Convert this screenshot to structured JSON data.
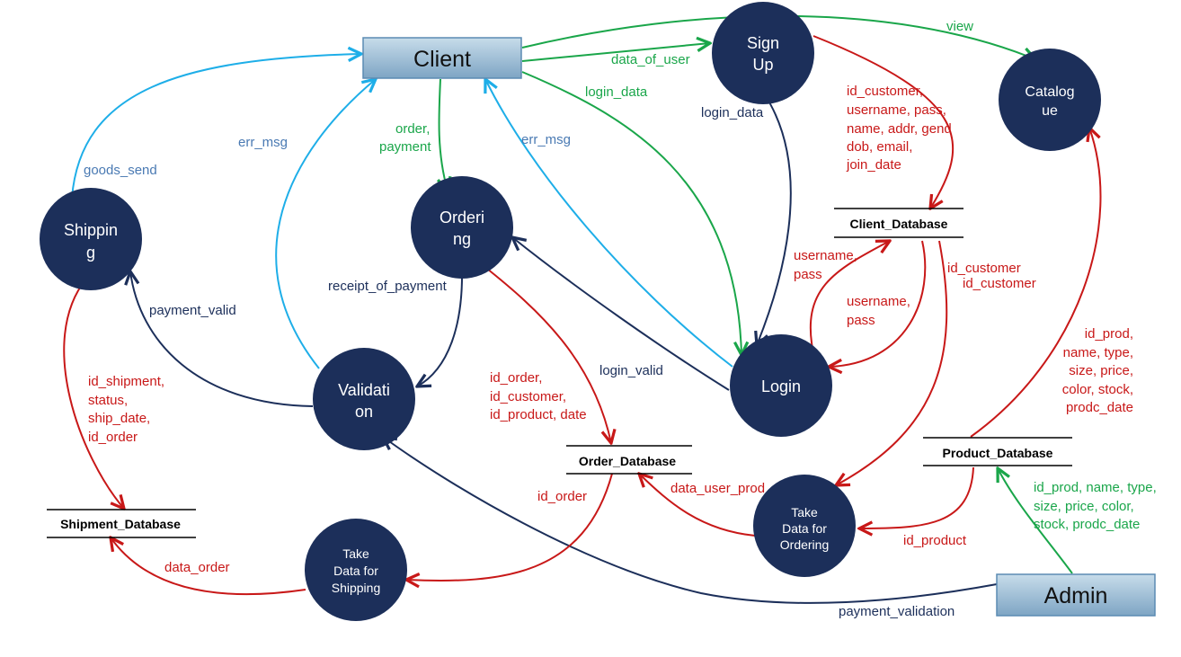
{
  "colors": {
    "node_fill": "#1c2f5a",
    "box_fill_top": "#c7dcea",
    "box_fill_bottom": "#7ea5c4",
    "box_border": "#5b8bb3",
    "green": "#1aa64a",
    "blue": "#1eaee8",
    "navy": "#1c2f5a",
    "red": "#c81818",
    "steel": "#4a7ab3"
  },
  "entities": {
    "client": "Client",
    "admin": "Admin"
  },
  "processes": {
    "signup": [
      "Sign",
      "Up"
    ],
    "catalogue": [
      "Catalog",
      "ue"
    ],
    "ordering": [
      "Orderi",
      "ng"
    ],
    "shipping": [
      "Shippin",
      "g"
    ],
    "validation": [
      "Validati",
      "on"
    ],
    "login": [
      "Login"
    ],
    "take_order": [
      "Take",
      "Data for",
      "Ordering"
    ],
    "take_ship": [
      "Take",
      "Data for",
      "Shipping"
    ]
  },
  "stores": {
    "client_db": "Client_Database",
    "order_db": "Order_Database",
    "shipment_db": "Shipment_Database",
    "product_db": "Product_Database"
  },
  "labels": {
    "view": "view",
    "data_of_user": "data_of_user",
    "login_data_green": "login_data",
    "order_payment": [
      "order,",
      "payment"
    ],
    "err_msg_left": "err_msg",
    "err_msg_mid": "err_msg",
    "goods_send": "goods_send",
    "login_data_navy": "login_data",
    "client_fields": [
      "id_customer,",
      "username, pass,",
      "name, addr, gend",
      "dob, email,",
      "join_date"
    ],
    "username_pass_1": [
      "username,",
      "pass"
    ],
    "username_pass_2": [
      "username,",
      "pass"
    ],
    "id_customer_1": "id_customer",
    "id_customer_2": "id_customer",
    "receipt_of_payment": "receipt_of_payment",
    "payment_valid": "payment_valid",
    "login_valid": "login_valid",
    "order_fields": [
      "id_order,",
      "id_customer,",
      "id_product, date"
    ],
    "shipment_fields": [
      "id_shipment,",
      "status,",
      "ship_date,",
      "id_order"
    ],
    "product_fields_red": [
      "id_prod,",
      "name, type,",
      "size, price,",
      "color, stock,",
      "prodc_date"
    ],
    "product_fields_green": [
      "id_prod, name, type,",
      "size, price, color,",
      "stock, prodc_date"
    ],
    "id_order": "id_order",
    "data_user_prod": "data_user_prod",
    "id_product": "id_product",
    "data_order": "data_order",
    "payment_validation": "payment_validation"
  }
}
